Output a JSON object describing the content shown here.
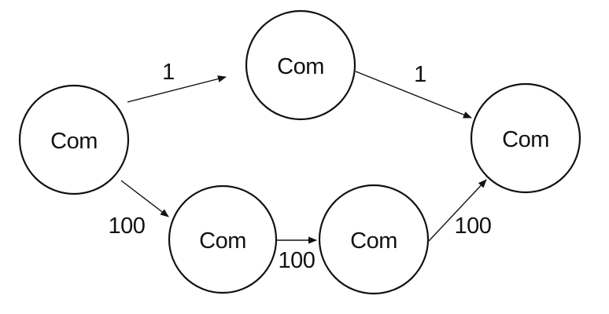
{
  "diagram": {
    "background_color": "#ffffff",
    "stroke_color": "#121212",
    "node_fill_color": "#ffffff",
    "nodes": [
      {
        "id": "left",
        "label": "Com"
      },
      {
        "id": "top",
        "label": "Com"
      },
      {
        "id": "right",
        "label": "Com"
      },
      {
        "id": "bottom-left",
        "label": "Com"
      },
      {
        "id": "bottom-right",
        "label": "Com"
      }
    ],
    "edges": [
      {
        "from": "left",
        "to": "top",
        "label": "1"
      },
      {
        "from": "top",
        "to": "right",
        "label": "1"
      },
      {
        "from": "left",
        "to": "bottom-left",
        "label": "100"
      },
      {
        "from": "bottom-left",
        "to": "bottom-right",
        "label": "100"
      },
      {
        "from": "bottom-right",
        "to": "right",
        "label": "100"
      }
    ]
  }
}
